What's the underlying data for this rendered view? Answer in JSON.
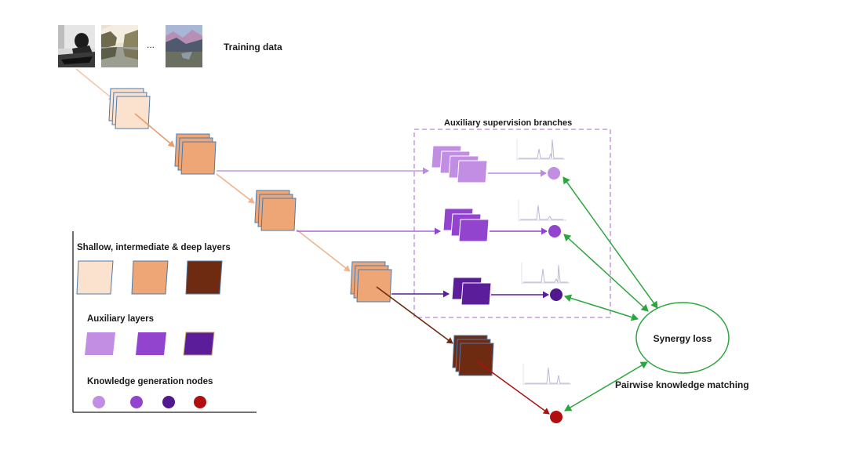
{
  "header": {
    "training_data_label": "Training data",
    "ellipsis": "..."
  },
  "aux_box": {
    "title": "Auxiliary supervision branches"
  },
  "loss": {
    "label": "Synergy loss",
    "matching_label": "Pairwise knowledge matching"
  },
  "legend": {
    "layers_title": "Shallow, intermediate & deep layers",
    "aux_title": "Auxiliary layers",
    "nodes_title": "Knowledge generation nodes"
  },
  "colors": {
    "shallow": "#fbe2cf",
    "intermediate": "#efa677",
    "deep": "#6f2b12",
    "aux_light": "#c28ee3",
    "aux_mid": "#9244cf",
    "aux_dark": "#5b1d9a",
    "node_light": "#c28ee3",
    "node_mid": "#9244cf",
    "node_dark": "#52198f",
    "node_red": "#b10f0f",
    "green": "#2ca53c",
    "box_border": "#b98ad6"
  },
  "icons": {
    "thumb1": "person-in-boat-photo",
    "thumb2": "lake-landscape-photo",
    "thumb3": "mountain-sky-photo"
  }
}
